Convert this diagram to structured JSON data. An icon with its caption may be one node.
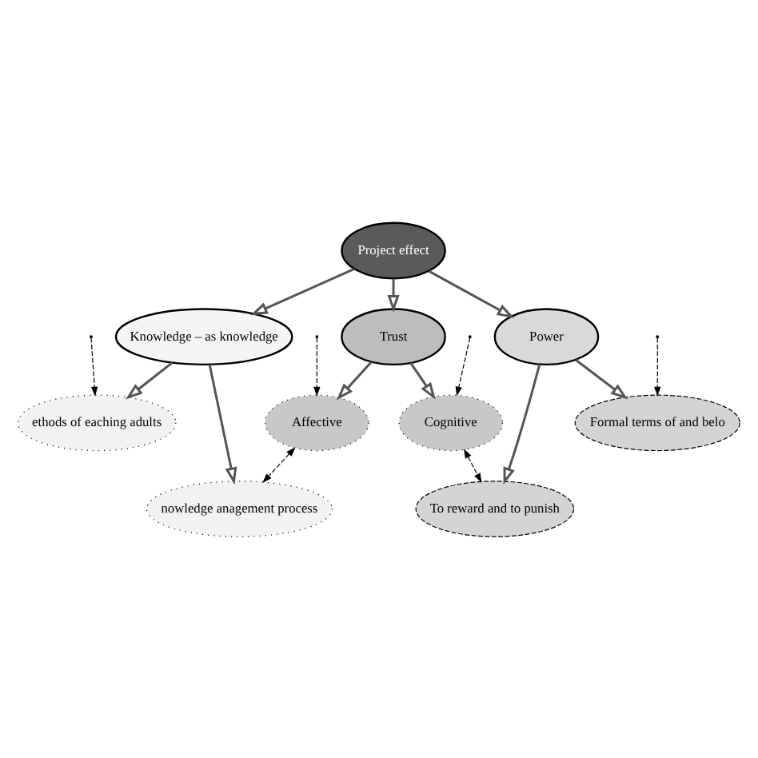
{
  "diagram": {
    "nodes": [
      {
        "text": [
          "Affective"
        ]
      },
      {
        "text": [
          "Cognitive"
        ]
      },
      {
        "text": [
          "Trust"
        ]
      },
      {
        "text": [
          "nowledge anagement process"
        ]
      },
      {
        "text": [
          "Project effect"
        ]
      },
      {
        "text": [
          "To reward and to punish"
        ]
      },
      {
        "text": [
          "Knowledge – as knowledge"
        ]
      },
      {
        "text": [
          "Power"
        ]
      },
      {
        "text": [
          "ethods of eaching adults"
        ]
      },
      {
        "text": [
          "Formal terms of and belo"
        ]
      }
    ],
    "edges": [
      {
        "from": 4,
        "to": 2,
        "arrow": "to"
      },
      {
        "from": 2,
        "to": 0,
        "arrow": "to"
      },
      {
        "from": 2,
        "to": 1,
        "arrow": "to"
      },
      {
        "from": 4,
        "to": 6,
        "arrow": "to"
      },
      {
        "from": 4,
        "to": 7,
        "arrow": "to"
      },
      {
        "from": 6,
        "to": 3,
        "arrow": "to"
      },
      {
        "from": 6,
        "to": 8,
        "arrow": "to"
      },
      {
        "from": 7,
        "to": 5,
        "arrow": "to"
      },
      {
        "from": 7,
        "to": 9,
        "arrow": "to"
      },
      {
        "from": null,
        "to": 1,
        "arrow": "to",
        "style": "dashed",
        "color": "#000000"
      },
      {
        "from": null,
        "to": 0,
        "arrow": "to",
        "style": "dashed",
        "color": "#000000"
      },
      {
        "from": 0,
        "to": 3,
        "arrow": "both",
        "style": "dashed",
        "color": "#000000"
      },
      {
        "from": 1,
        "to": 5,
        "arrow": "both",
        "style": "dashed",
        "color": "#000000"
      },
      {
        "from": null,
        "to": 8,
        "arrow": "to",
        "style": "dashed",
        "color": "#000000"
      },
      {
        "from": null,
        "to": 9,
        "arrow": "to",
        "style": "dashed",
        "color": "#000000"
      }
    ]
  }
}
